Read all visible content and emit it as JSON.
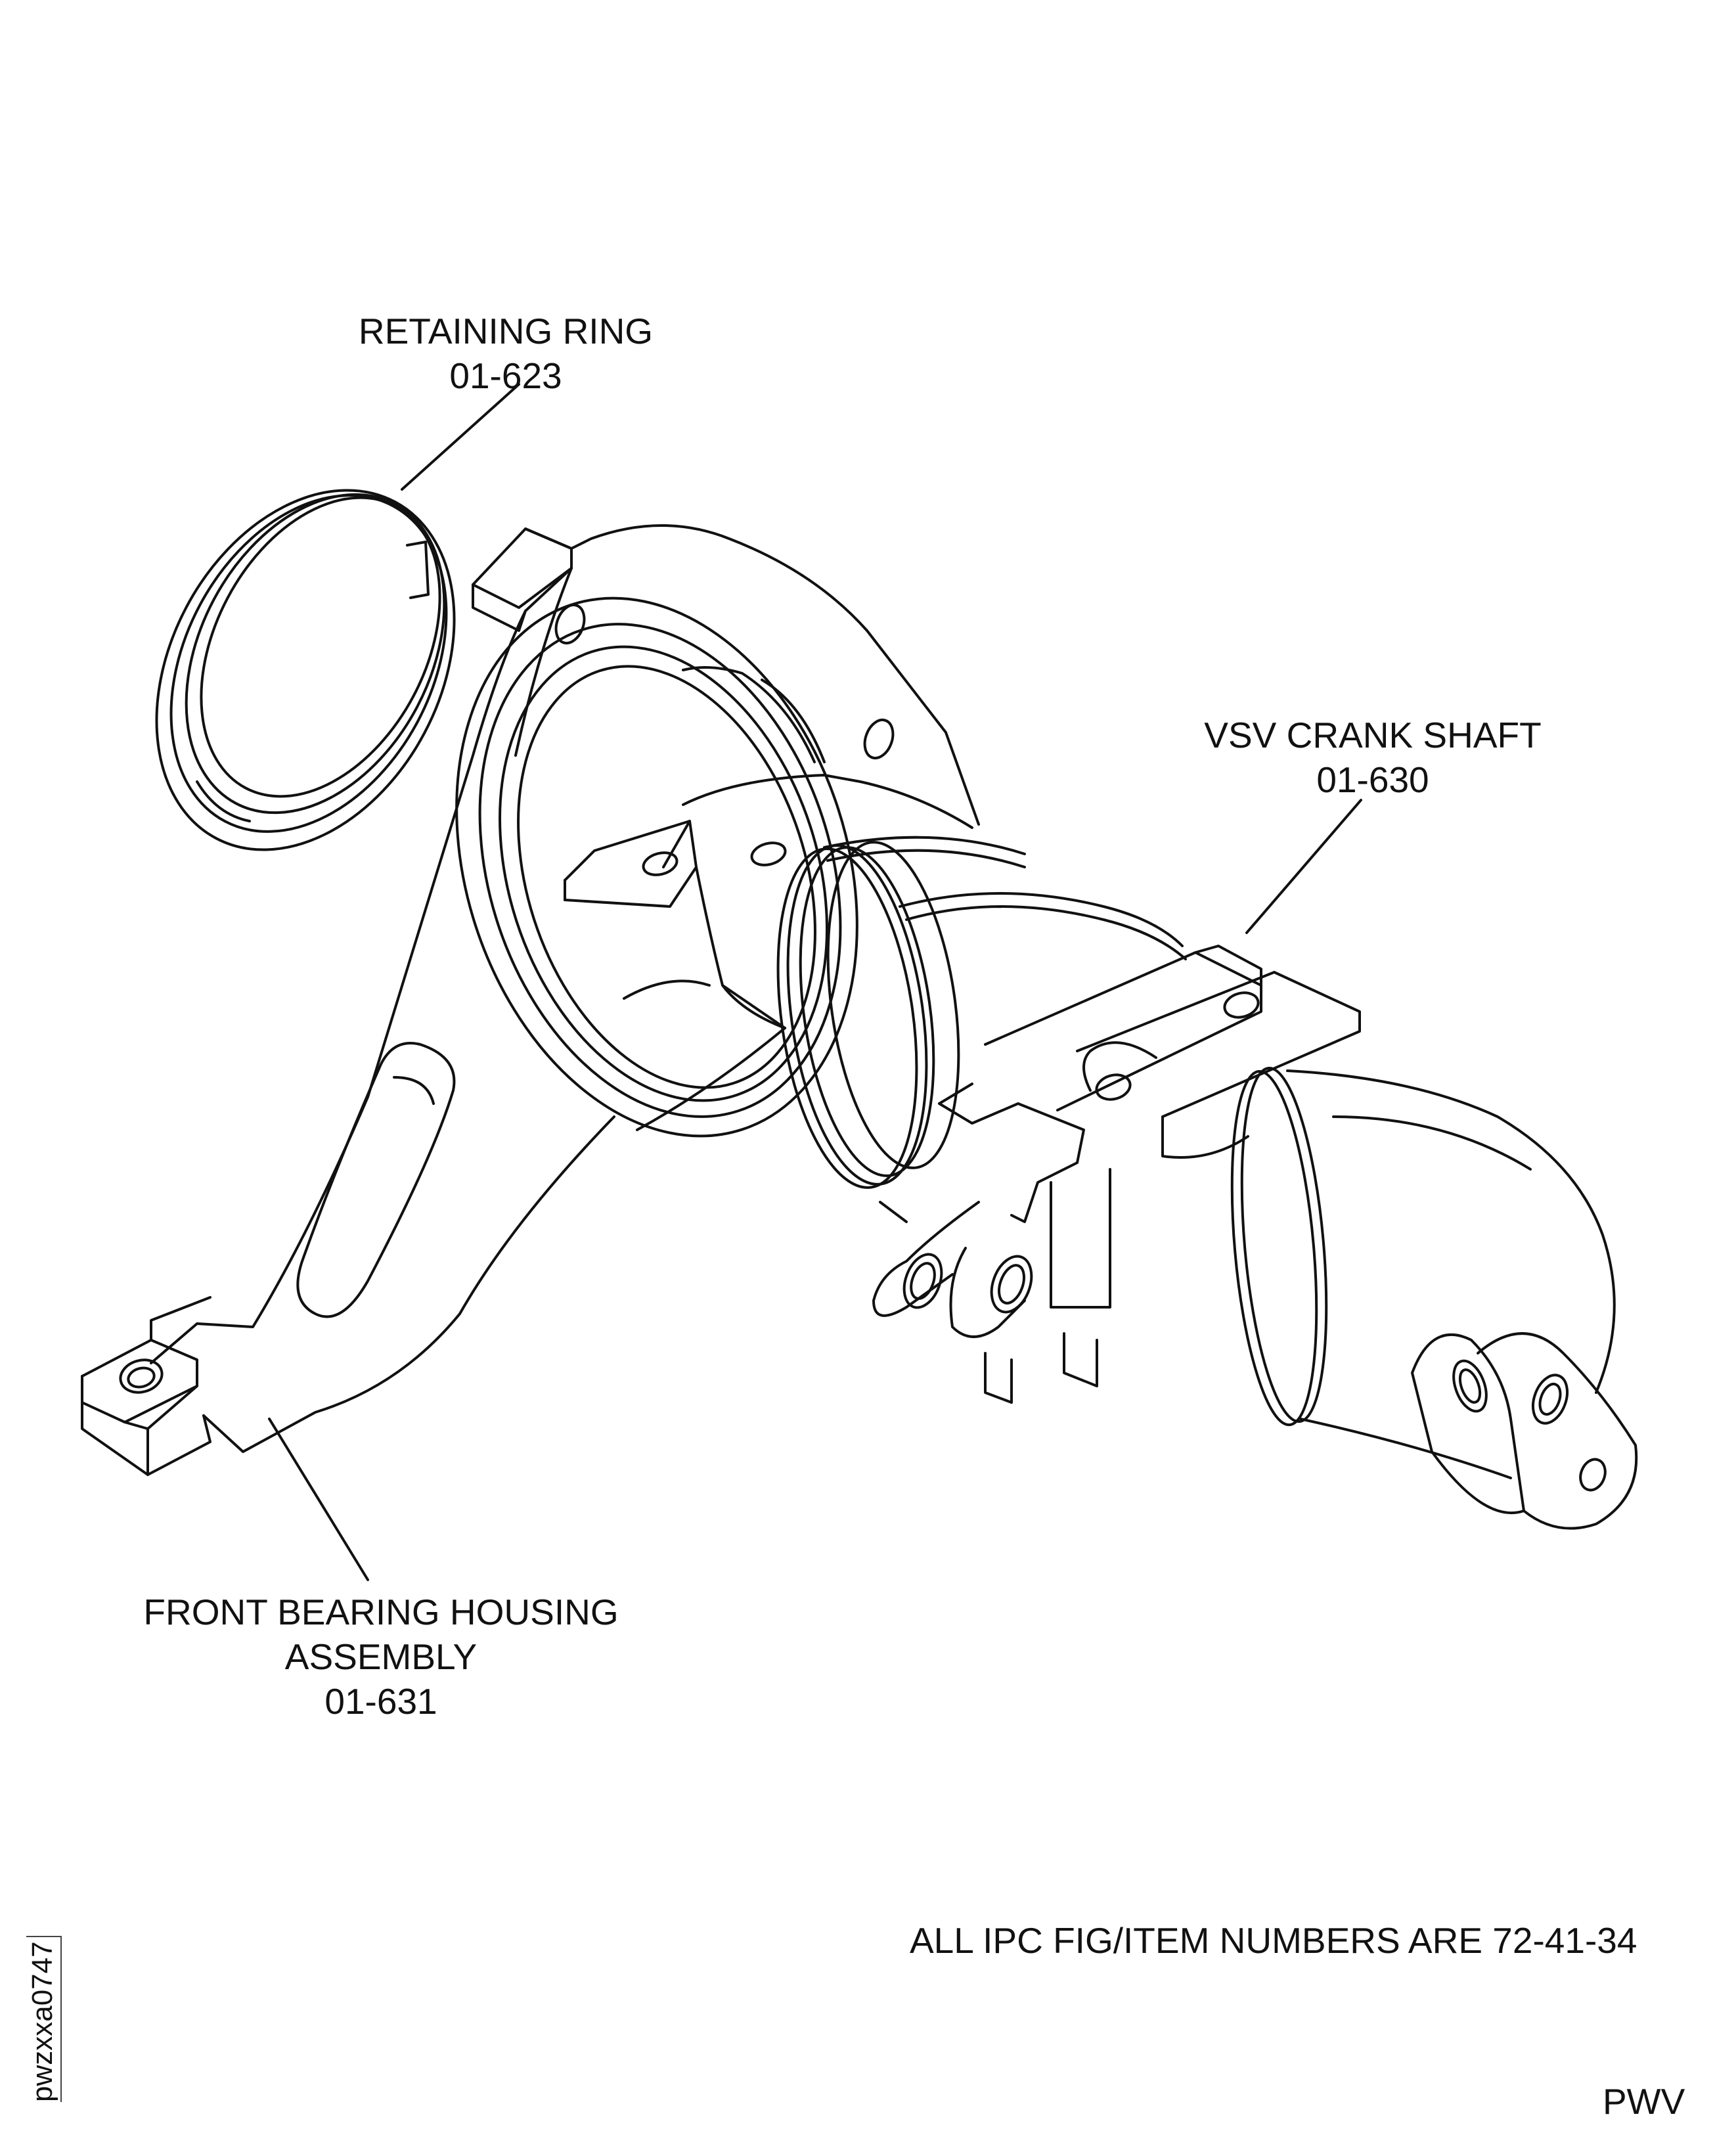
{
  "callouts": {
    "retaining_ring": {
      "name": "RETAINING RING",
      "item": "01-623"
    },
    "vsv_crank_shaft": {
      "name": "VSV CRANK SHAFT",
      "item": "01-630"
    },
    "front_bearing_housing": {
      "name_line1": "FRONT BEARING HOUSING",
      "name_line2": "ASSEMBLY",
      "item": "01-631"
    }
  },
  "note": "ALL IPC FIG/ITEM NUMBERS ARE 72-41-34",
  "drawing_id": "pwzxxa0747",
  "corner_mark": "PWV",
  "colors": {
    "ink": "#111111",
    "paper": "#ffffff"
  }
}
